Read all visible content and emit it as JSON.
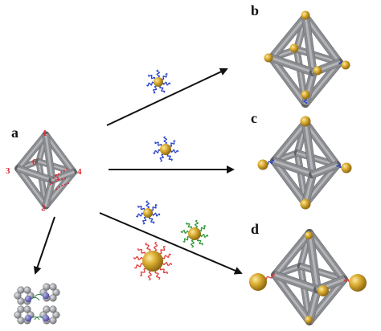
{
  "panels": {
    "a": "a",
    "b": "b",
    "c": "c",
    "d": "d"
  },
  "vertex_labels": [
    "1",
    "2",
    "3",
    "4",
    "5",
    "6"
  ],
  "colors": {
    "rod": "#8a8c90",
    "rod_dark": "#5e6064",
    "gold": "#d9a829",
    "gold_light": "#f3d77a",
    "dna_blue": "#2a45c9",
    "dna_green": "#2f9a3a",
    "dna_red": "#e23a3a",
    "label_red": "#e0262f",
    "arrow": "#111111"
  }
}
